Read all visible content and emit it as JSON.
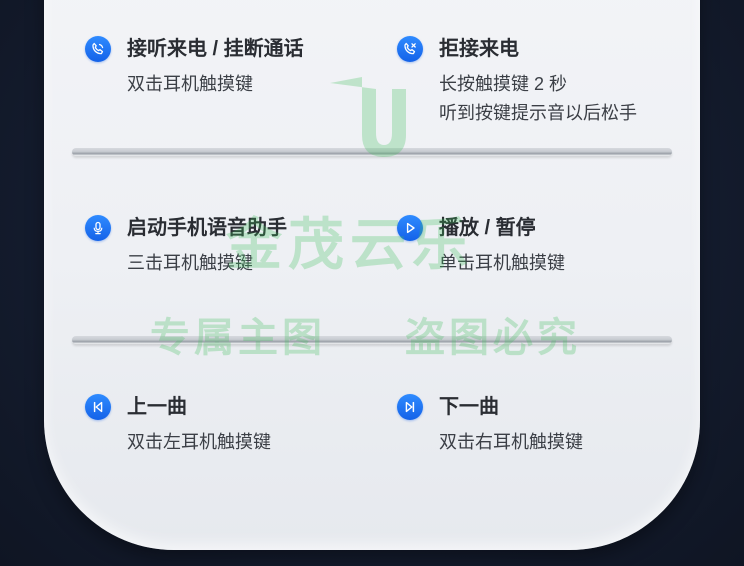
{
  "features": [
    {
      "id": "answer-hangup",
      "icon": "phone-answer-icon",
      "title": "接听来电 / 挂断通话",
      "desc": [
        "双击耳机触摸键"
      ]
    },
    {
      "id": "reject-call",
      "icon": "phone-reject-icon",
      "title": "拒接来电",
      "desc": [
        "长按触摸键 2 秒",
        "听到按键提示音以后松手"
      ]
    },
    {
      "id": "voice-assistant",
      "icon": "microphone-icon",
      "title": "启动手机语音助手",
      "desc": [
        "三击耳机触摸键"
      ]
    },
    {
      "id": "play-pause",
      "icon": "play-icon",
      "title": "播放 / 暂停",
      "desc": [
        "单击耳机触摸键"
      ]
    },
    {
      "id": "previous-track",
      "icon": "previous-track-icon",
      "title": "上一曲",
      "desc": [
        "双击左耳机触摸键"
      ]
    },
    {
      "id": "next-track",
      "icon": "next-track-icon",
      "title": "下一曲",
      "desc": [
        "双击右耳机触摸键"
      ]
    }
  ],
  "watermark": {
    "brand": "金茂云乐",
    "left_text": "专属主图",
    "right_text": "盗图必究"
  },
  "colors": {
    "icon_blue": "#1f74f2",
    "title_text": "#2a2d33",
    "desc_text": "#3b3f46",
    "watermark_green": "#3cbe5a",
    "background": "#141c2e",
    "panel": "#f0f2f5"
  }
}
